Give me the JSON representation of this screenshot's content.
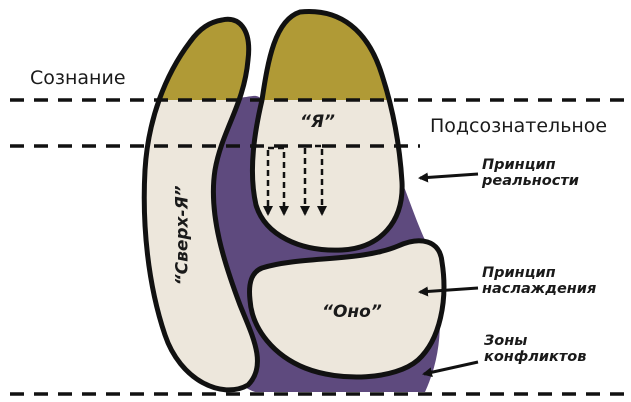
{
  "colors": {
    "conscious_cap": "#b09a36",
    "region_fill": "#ede7dc",
    "conflict_zone": "#5e4a7e",
    "outline": "#111111"
  },
  "levels": {
    "conscious": "Сознание",
    "subconscious": "Подсознательное"
  },
  "structures": {
    "superego": "“Сверх-Я”",
    "ego": "“Я”",
    "id": "“Оно”"
  },
  "annotations": {
    "reality_principle": [
      "Принцип",
      "реальности"
    ],
    "pleasure_principle": [
      "Принцип",
      "наслаждения"
    ],
    "conflict_zones": [
      "Зоны",
      "конфликтов"
    ]
  }
}
